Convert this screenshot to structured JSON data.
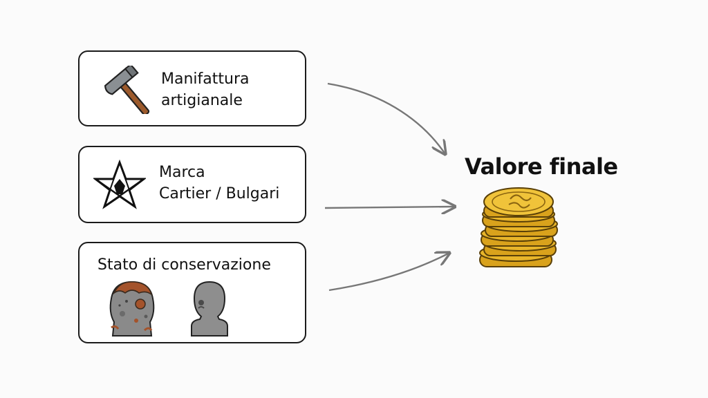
{
  "factors": [
    {
      "lines": [
        "Manifattura",
        "artigianale"
      ],
      "icon": "hammer-icon"
    },
    {
      "lines": [
        "Marca",
        "Cartier / Bulgari"
      ],
      "icon": "star-icon"
    },
    {
      "lines": [
        "Stato di conservazione"
      ],
      "icons": [
        "damaged-head-icon",
        "restored-head-icon"
      ]
    }
  ],
  "result": {
    "title": "Valore finale",
    "icon": "coin-stack-icon"
  },
  "colors": {
    "box_border": "#1a1a1a",
    "arrow": "#777777",
    "coin_gold": "#e8b52a",
    "hammer_handle": "#9c5a2c",
    "hammer_head": "#8a8f93",
    "rust": "#a4532b",
    "bust_gray": "#8e8e8e"
  }
}
